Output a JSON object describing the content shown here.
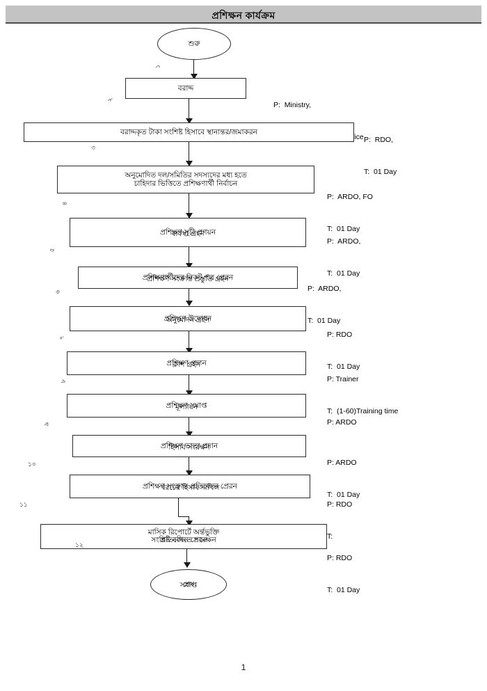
{
  "document": {
    "title": "প্রশিক্ষন কার্যক্রম",
    "page_number": "1",
    "banner_color": "#c3c3c3"
  },
  "flow": {
    "start": {
      "label": "শুরু"
    },
    "end": {
      "label": "শেষ",
      "label_overlap": "সমাপ্ত"
    },
    "nodes": [
      {
        "step": "১",
        "line1": "বরাদ্দ",
        "line2": "",
        "person": "P:  Ministry,",
        "time": "      Head Office, RDO office"
      },
      {
        "step": "২",
        "line1": "বরাদ্দকৃত টাকা সংশিষ্ট হিসাবে স্থানান্তর/জমাকরন",
        "line2": "",
        "person": "P:  RDO,",
        "time": "T:  01 Day"
      },
      {
        "step": "৩",
        "line1": "অনুমোদিত দল/সমিতির সদস্যদের মধ্য হতে",
        "line2": "চাহিদার ভিত্তিতে প্রশিক্ষণার্থী নির্বাচন",
        "person": "P:  ARDO, FO",
        "time": "T:  01 Day"
      },
      {
        "step": "৪",
        "line1": "প্রশিক্ষণ সূচী প্রণয়ন",
        "line2": "ব্যবস্থা গ্রহন",
        "person": "P:  ARDO,",
        "time": "T:  01 Day"
      },
      {
        "step": "৫",
        "line1": "প্রশিক্ষণার্থীদের নিকট পত্র প্রেরন",
        "line2": "প্রশিক্ষণ সংক্রান্ত প্রস্তুতি গ্রহন",
        "person": "P:  ARDO,",
        "time": "T:  01 Day"
      },
      {
        "step": "৬",
        "line1": "প্রশিক্ষণ উদ্বোধন",
        "line2": "অনুমোদন গ্রহন",
        "person": "P: RDO",
        "time": "T:  01 Day"
      },
      {
        "step": "৭",
        "line1": "প্রশিক্ষণ প্রদান",
        "line2": "ক্লাশ গ্রহন",
        "person": "P: Trainer",
        "time": "T:  (1-60)Training time"
      },
      {
        "step": "৮",
        "line1": "প্রশিক্ষণ সমাপ্ত",
        "line2": "মূল্যায়ন",
        "person": "P: ARDO",
        "time": ""
      },
      {
        "step": "৯",
        "line1": "প্রশিক্ষণ ভাতা প্রদান",
        "line2": "হিসাব সংরক্ষন",
        "person": "P: ARDO",
        "time": "T:  01 Day"
      },
      {
        "step": "১০",
        "line1": "প্রশিক্ষণ সংক্রান্ত প্রতিবেদন প্রেরন",
        "line2": "খরচের হিসাব দাখিল",
        "person": "P: RDO",
        "time": "T:"
      },
      {
        "step": "১১",
        "line1": "মাসিক রিপোর্টে অর্ন্তভুক্তি",
        "line2": "সংশ্লিষ্ট নথিতে সংরক্ষন",
        "line3": "প্রতিবেদন প্রেরন",
        "person": "P: RDO",
        "time": "T:  01 Day"
      }
    ]
  }
}
